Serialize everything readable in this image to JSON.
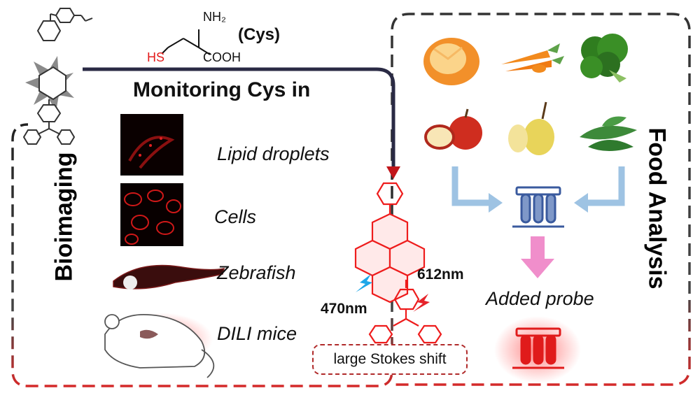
{
  "title": "Monitoring Cys in",
  "cys_label": "(Cys)",
  "cys_structure": {
    "amine": "NH₂",
    "thiol": "HS",
    "acid": "COOH"
  },
  "section_left": "Bioimaging",
  "section_right": "Food Analysis",
  "bioimaging_items": [
    {
      "label": "Lipid droplets"
    },
    {
      "label": "Cells"
    },
    {
      "label": "Zebrafish"
    },
    {
      "label": "DILI mice"
    }
  ],
  "excitation": "470nm",
  "emission": "612nm",
  "stokes_label": "large Stokes shift",
  "food_items": [
    "orange",
    "carrot",
    "broccoli",
    "apple",
    "pear",
    "mint"
  ],
  "added_probe": "Added probe",
  "colors": {
    "probe_red": "#ee1c1c",
    "frame_dark": "#222222",
    "frame_red": "#d42a2a",
    "flow_arrow": "#9ec3e3",
    "result_arrow": "#f08ecb",
    "flash_blue": "#1ea7e8",
    "flash_red": "#e5232a"
  }
}
